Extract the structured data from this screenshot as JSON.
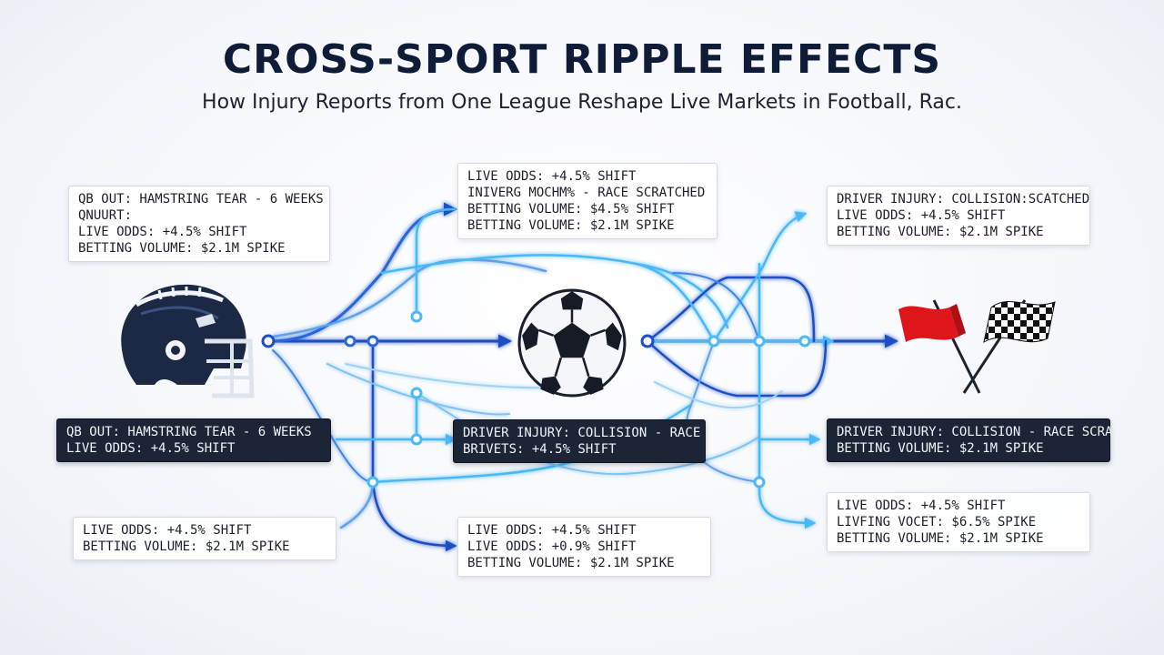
{
  "header": {
    "title": "CROSS-SPORT RIPPLE EFFECTS",
    "subtitle": "How Injury Reports from One League Reshape Live Markets in Football, Rac."
  },
  "icons": {
    "left": "football-helmet-icon",
    "center": "soccer-ball-icon",
    "right": "racing-flags-icon"
  },
  "colors": {
    "title": "#0f1c38",
    "flow_dark": "#1c4fc4",
    "flow_light": "#4cb8f5",
    "node": "#ffffff",
    "dark_card": "#1c2536",
    "flag_red": "#e0141b"
  },
  "cards": [
    {
      "id": "football-top",
      "lines": [
        "QB OUT: HAMSTRING TEAR - 6 WEEKS",
        "QNUURT:",
        "LIVE ODDS: +4.5% SHIFT",
        "BETTING VOLUME: $2.1M SPIKE"
      ]
    },
    {
      "id": "football-mid",
      "lines": [
        "QB OUT: HAMSTRING TEAR - 6 WEEKS",
        "LIVE ODDS:  +4.5% SHIFT"
      ]
    },
    {
      "id": "football-bottom",
      "lines": [
        "LIVE ODDS: +4.5% SHIFT",
        "BETTING VOLUME: $2.1M SPIKE"
      ]
    },
    {
      "id": "soccer-top",
      "lines": [
        "LIVE ODDS: +4.5% SHIFT",
        "INIVERG MOCHM%  - RACE SCRATCHED",
        "BETTING VOLUME: $4.5% SHIFT",
        "BETTING VOLUME: $2.1M SPIKE"
      ]
    },
    {
      "id": "soccer-mid",
      "lines": [
        "DRIVER INJURY: COLLISION - RACE",
        "BRIVETS: +4.5% SHIFT"
      ]
    },
    {
      "id": "soccer-bottom",
      "lines": [
        "LIVE ODDS: +4.5% SHIFT",
        "LIVE ODDS: +0.9% SHIFT",
        "BETTING VOLUME: $2.1M SPIKE"
      ]
    },
    {
      "id": "racing-top",
      "lines": [
        "DRIVER INJURY: COLLISION:SCATCHED",
        "LIVE ODDS: +4.5% SHIFT",
        "BETTING VOLUME: $2.1M SPIKE"
      ]
    },
    {
      "id": "racing-mid",
      "lines": [
        "DRIVER INJURY: COLLISION - RACE SCRATCHED",
        "BETTING VOLUME: $2.1M SPIKE"
      ]
    },
    {
      "id": "racing-bottom",
      "lines": [
        "LIVE ODDS: +4.5% SHIFT",
        "LIVFING VOCET: $6.5% SPIKE",
        "BETTING VOLUME: $2.1M SPIKE"
      ]
    }
  ]
}
